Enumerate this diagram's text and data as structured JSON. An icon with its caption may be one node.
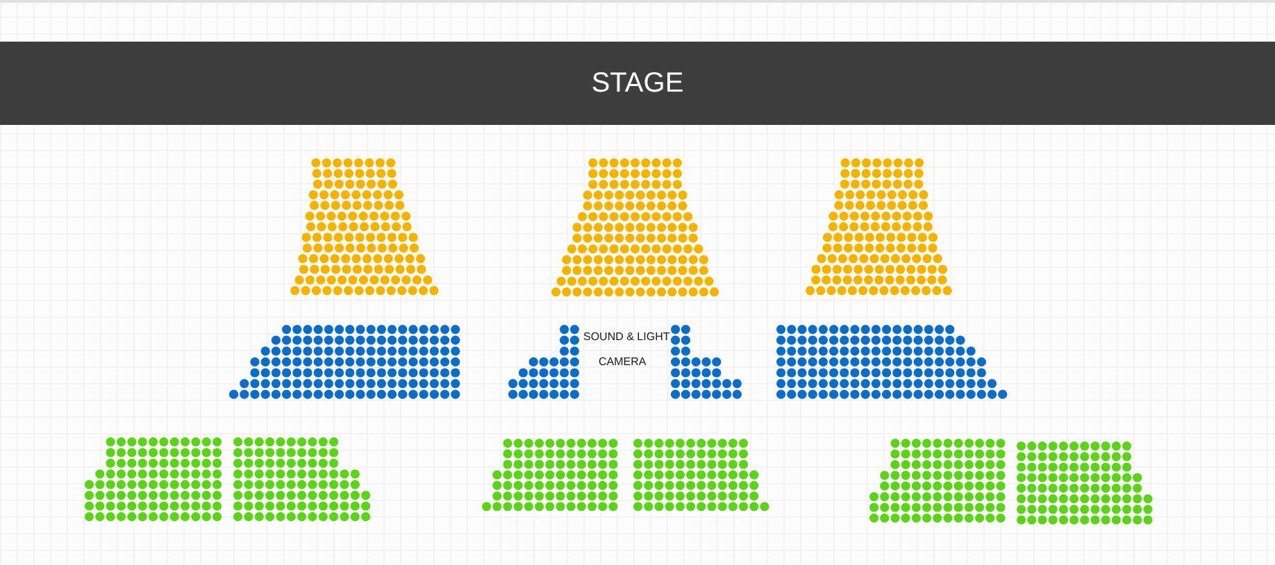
{
  "diagram": {
    "nodes": [
      {
        "text": [
          "STAGE"
        ]
      }
    ],
    "labels": [
      "SOUND & LIGHT",
      "CAMERA"
    ]
  }
}
